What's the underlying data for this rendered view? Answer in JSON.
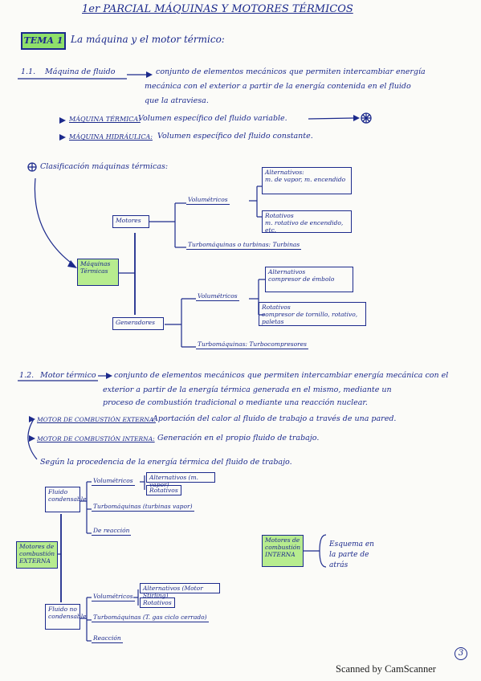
{
  "header": {
    "title": "1er PARCIAL MÁQUINAS Y MOTORES TÉRMICOS",
    "tema_label": "TEMA 1",
    "tema_title": "La máquina y el motor térmico:"
  },
  "section_1_1": {
    "number": "1.1.",
    "term": "Máquina de fluido",
    "definition_line1": "conjunto de elementos mecánicos que permiten intercambiar energía",
    "definition_line2": "mecánica con el exterior a partir de la energía contenida en el fluido",
    "definition_line3": "que la atraviesa.",
    "bullet1_term": "MÁQUINA TÉRMICA:",
    "bullet1_text": "Volumen específico del fluido variable.",
    "bullet2_term": "MÁQUINA HIDRÁULICA:",
    "bullet2_text": "Volumen específico del fluido constante."
  },
  "classification": {
    "heading": "Clasificación máquinas térmicas:",
    "root": "Máquinas Térmicas",
    "motores": "Motores",
    "generadores": "Generadores",
    "motores_volumetricos": "Volumétricos",
    "motores_alternativos": "Alternativos:",
    "motores_alternativos_ex": "m. de vapor, m. encendido",
    "motores_rotativos": "Rotativos",
    "motores_rotativos_ex": "m. rotativo de encendido, etc.",
    "motores_turbo": "Turbomáquinas o turbinas: Turbinas",
    "gen_volumetricos": "Volumétricos",
    "gen_alternativos": "Alternativos",
    "gen_alternativos_ex": "compresor de émbolo",
    "gen_rotativos": "Rotativos",
    "gen_rotativos_ex": "compresor de tornillo, rotativo, paletas",
    "gen_turbo": "Turbomáquinas: Turbocompresores"
  },
  "section_1_2": {
    "number": "1.2.",
    "term": "Motor térmico",
    "definition_line1": "conjunto de elementos mecánicos que permiten intercambiar energía mecánica con el",
    "definition_line2": "exterior a partir de la energía térmica generada en el mismo, mediante un",
    "definition_line3": "proceso de combustión tradicional o mediante una reacción nuclear.",
    "bullet1_term": "MOTOR DE COMBUSTIÓN EXTERNA:",
    "bullet1_text": "Aportación del calor al fluido de trabajo a través de una pared.",
    "bullet2_term": "MOTOR DE COMBUSTIÓN INTERNA:",
    "bullet2_text": "Generación en el propio fluido de trabajo.",
    "bullet3_text": "Según la procedencia de la energía térmica del fluido de trabajo."
  },
  "external": {
    "root": "Motores de combustión EXTERNA",
    "condensable": "Fluido condensable",
    "volumetricos": "Volumétricos",
    "alternativos": "Alternativos (m. vapor)",
    "rotativos": "Rotativos",
    "turbo": "Turbomáquinas (turbinas vapor)",
    "reaccion": "De reacción",
    "no_condensable": "Fluido no condensable",
    "nc_volumetricos": "Volumétricos",
    "nc_alternativos": "Alternativos (Motor Stirling)",
    "nc_rotativos": "Rotativos",
    "nc_turbo": "Turbomáquinas (T. gas ciclo cerrado)",
    "nc_reaccion": "Reacción"
  },
  "internal": {
    "root": "Motores de combustión INTERNA",
    "note": "Esquema en la parte de atrás"
  },
  "footer": {
    "page_number": "3",
    "scanner": "Scanned by CamScanner"
  },
  "colors": {
    "ink": "#1c2a8c",
    "highlight": "#8fe06a",
    "paper": "#fbfbf8"
  }
}
